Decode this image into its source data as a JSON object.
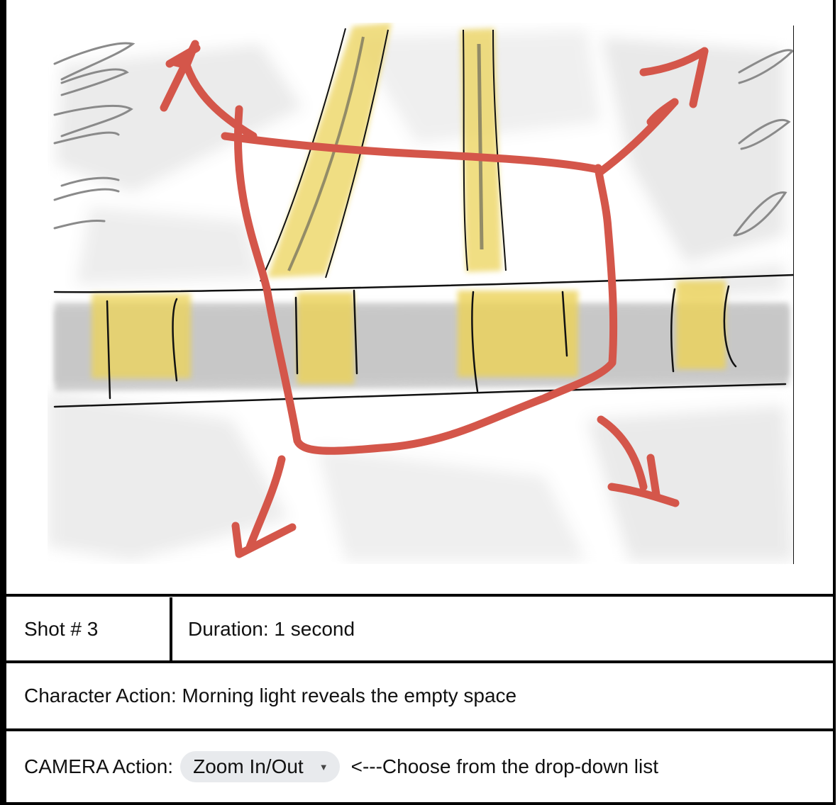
{
  "sketch": {
    "description_icon": "storyboard-sketch"
  },
  "shot": {
    "label": "Shot # 3"
  },
  "duration": {
    "label": "Duration: 1 second"
  },
  "character_action": {
    "text": "Character Action: Morning light reveals the empty space"
  },
  "camera_action": {
    "label": "CAMERA Action:",
    "selected": "Zoom In/Out",
    "hint": "<---Choose from the drop-down list"
  },
  "colors": {
    "red_stroke": "#d4564a",
    "yellow_fill": "#ecd35a",
    "gray_fill": "#d3d3d3",
    "chip_bg": "#e8eaed"
  }
}
